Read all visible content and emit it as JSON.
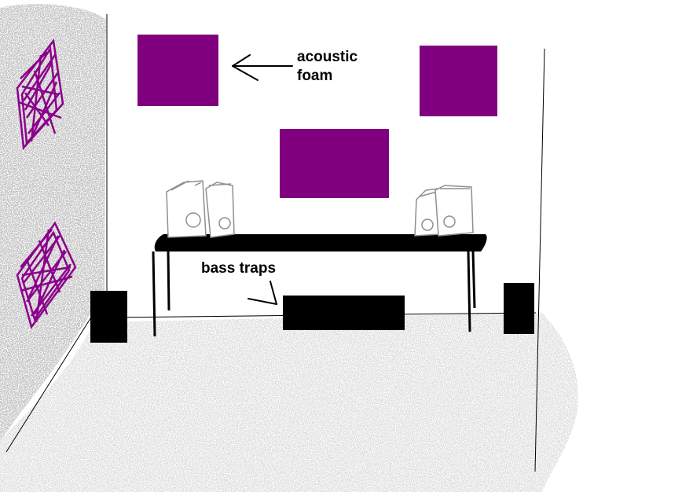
{
  "labels": {
    "acoustic_line1": "acoustic",
    "acoustic_line2": "foam",
    "bass_traps": "bass traps"
  },
  "colors": {
    "foam": "#800080",
    "foam_scribble": "#8b008b",
    "trap": "#000000",
    "floor_speckle": "#c4c4c4",
    "wall_speckle": "#9a9a9a",
    "line": "#000000",
    "speaker_outline": "#909090"
  }
}
